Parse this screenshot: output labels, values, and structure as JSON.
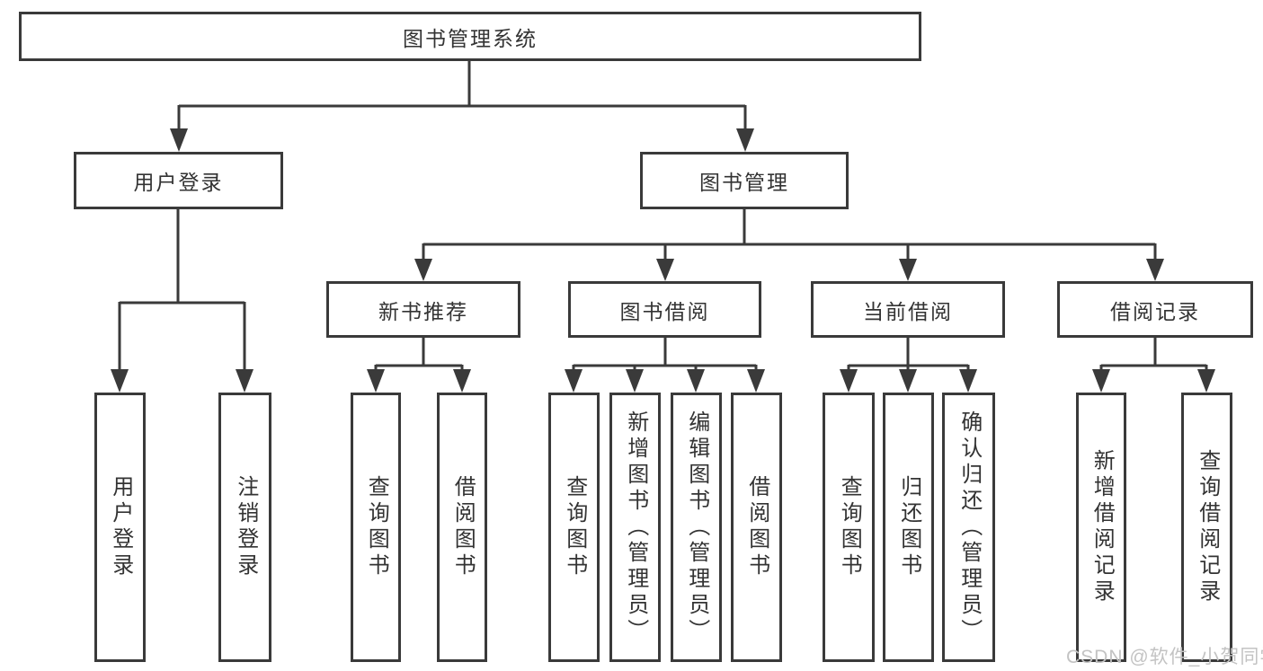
{
  "colors": {
    "line": "#3a3a3a",
    "text": "#333333",
    "background": "#ffffff",
    "watermark": "#c3c3c3"
  },
  "nodes": {
    "root": "图书管理系统",
    "user_login": "用户登录",
    "book_management": "图书管理",
    "new_book_recommend": "新书推荐",
    "book_borrow": "图书借阅",
    "current_borrow": "当前借阅",
    "borrow_records": "借阅记录",
    "leaf_user_login": "用户登录",
    "leaf_logout": "注销登录",
    "leaf_query_book_a": "查询图书",
    "leaf_borrow_book_a": "借阅图书",
    "leaf_query_book_b": "查询图书",
    "leaf_add_book_admin": "新增图书（管理员）",
    "leaf_edit_book_admin": "编辑图书（管理员）",
    "leaf_borrow_book_b": "借阅图书",
    "leaf_query_book_c": "查询图书",
    "leaf_return_book": "归还图书",
    "leaf_confirm_return_admin": "确认归还（管理员）",
    "leaf_add_borrow_record": "新增借阅记录",
    "leaf_query_borrow_record": "查询借阅记录"
  },
  "watermark": "CSDN @软件_小贺同学"
}
